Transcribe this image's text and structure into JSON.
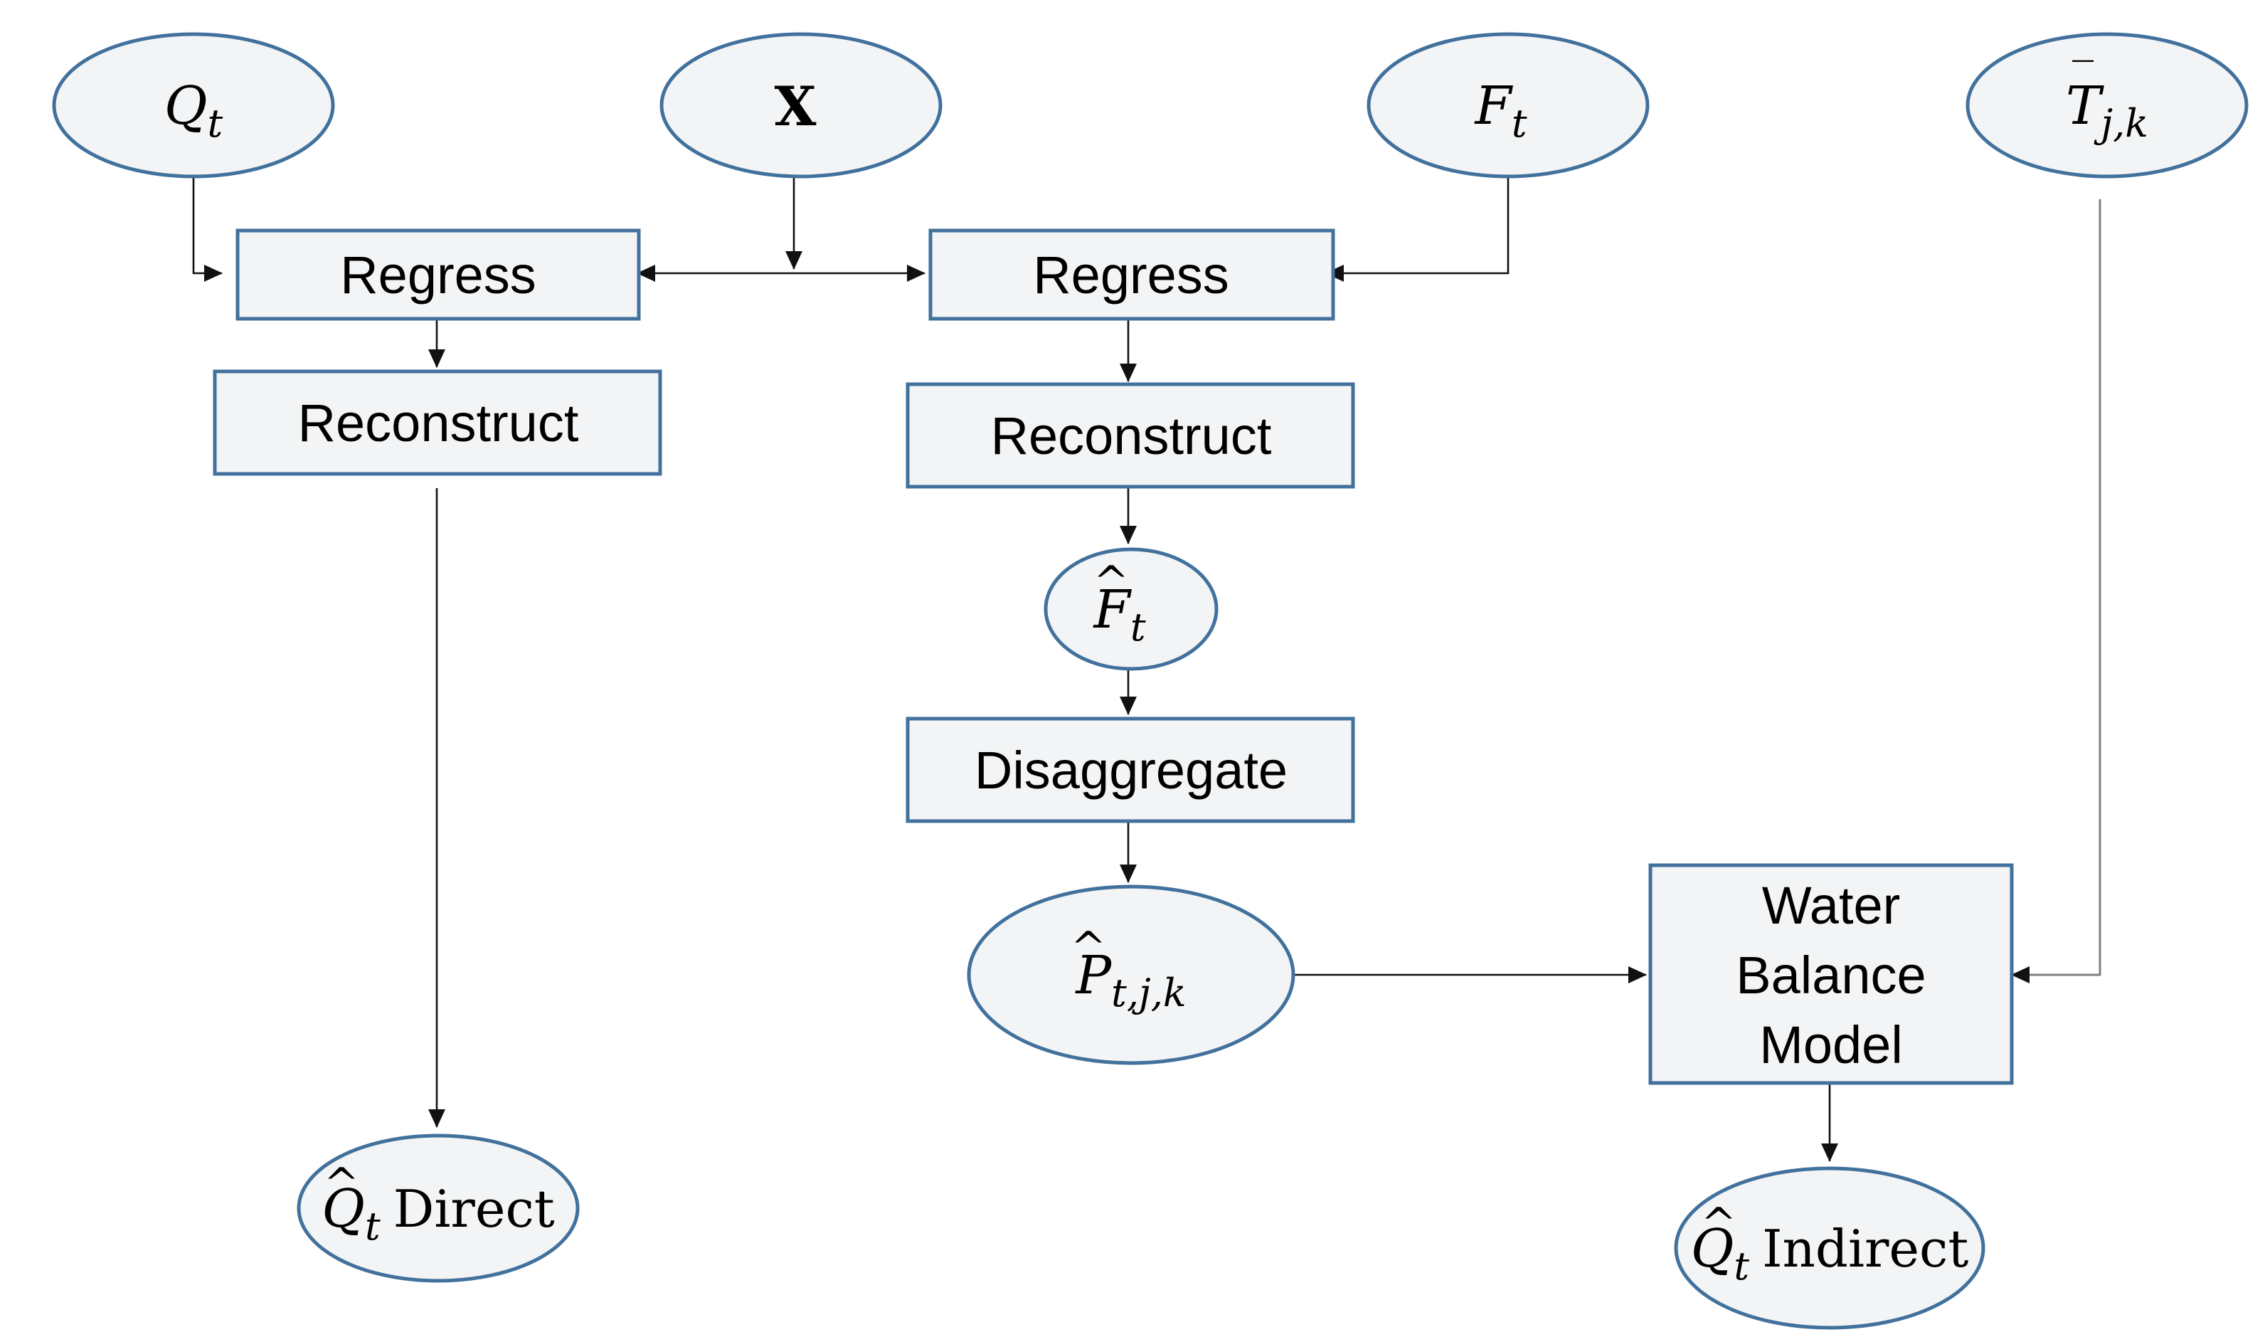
{
  "nodes": {
    "qt_input": {
      "symbol": "Q",
      "subscript": "t"
    },
    "x_input": {
      "symbol": "X"
    },
    "ft_input": {
      "symbol": "F",
      "subscript": "t"
    },
    "tjk_input": {
      "symbol": "T",
      "subscript": "j,k",
      "accent": "‾"
    },
    "regress_left": {
      "label": "Regress"
    },
    "regress_right": {
      "label": "Regress"
    },
    "reconstruct_left": {
      "label": "Reconstruct"
    },
    "reconstruct_right": {
      "label": "Reconstruct"
    },
    "ft_hat": {
      "symbol": "F",
      "subscript": "t",
      "accent": "^"
    },
    "disaggregate": {
      "label": "Disaggregate"
    },
    "ptjk_hat": {
      "symbol": "P",
      "subscript": "t,j,k",
      "accent": "^"
    },
    "water_balance": {
      "line1": "Water",
      "line2": "Balance",
      "line3": "Model"
    },
    "qt_direct": {
      "symbol": "Q",
      "subscript": "t",
      "accent": "^",
      "suffix": "Direct"
    },
    "qt_indirect": {
      "symbol": "Q",
      "subscript": "t",
      "accent": "^",
      "suffix": "Indirect"
    }
  },
  "colors": {
    "shape_fill": "#f2f4f5",
    "shape_stroke": "#41719c",
    "arrow": "#111111",
    "arrow_gray": "#7f7f7f"
  }
}
